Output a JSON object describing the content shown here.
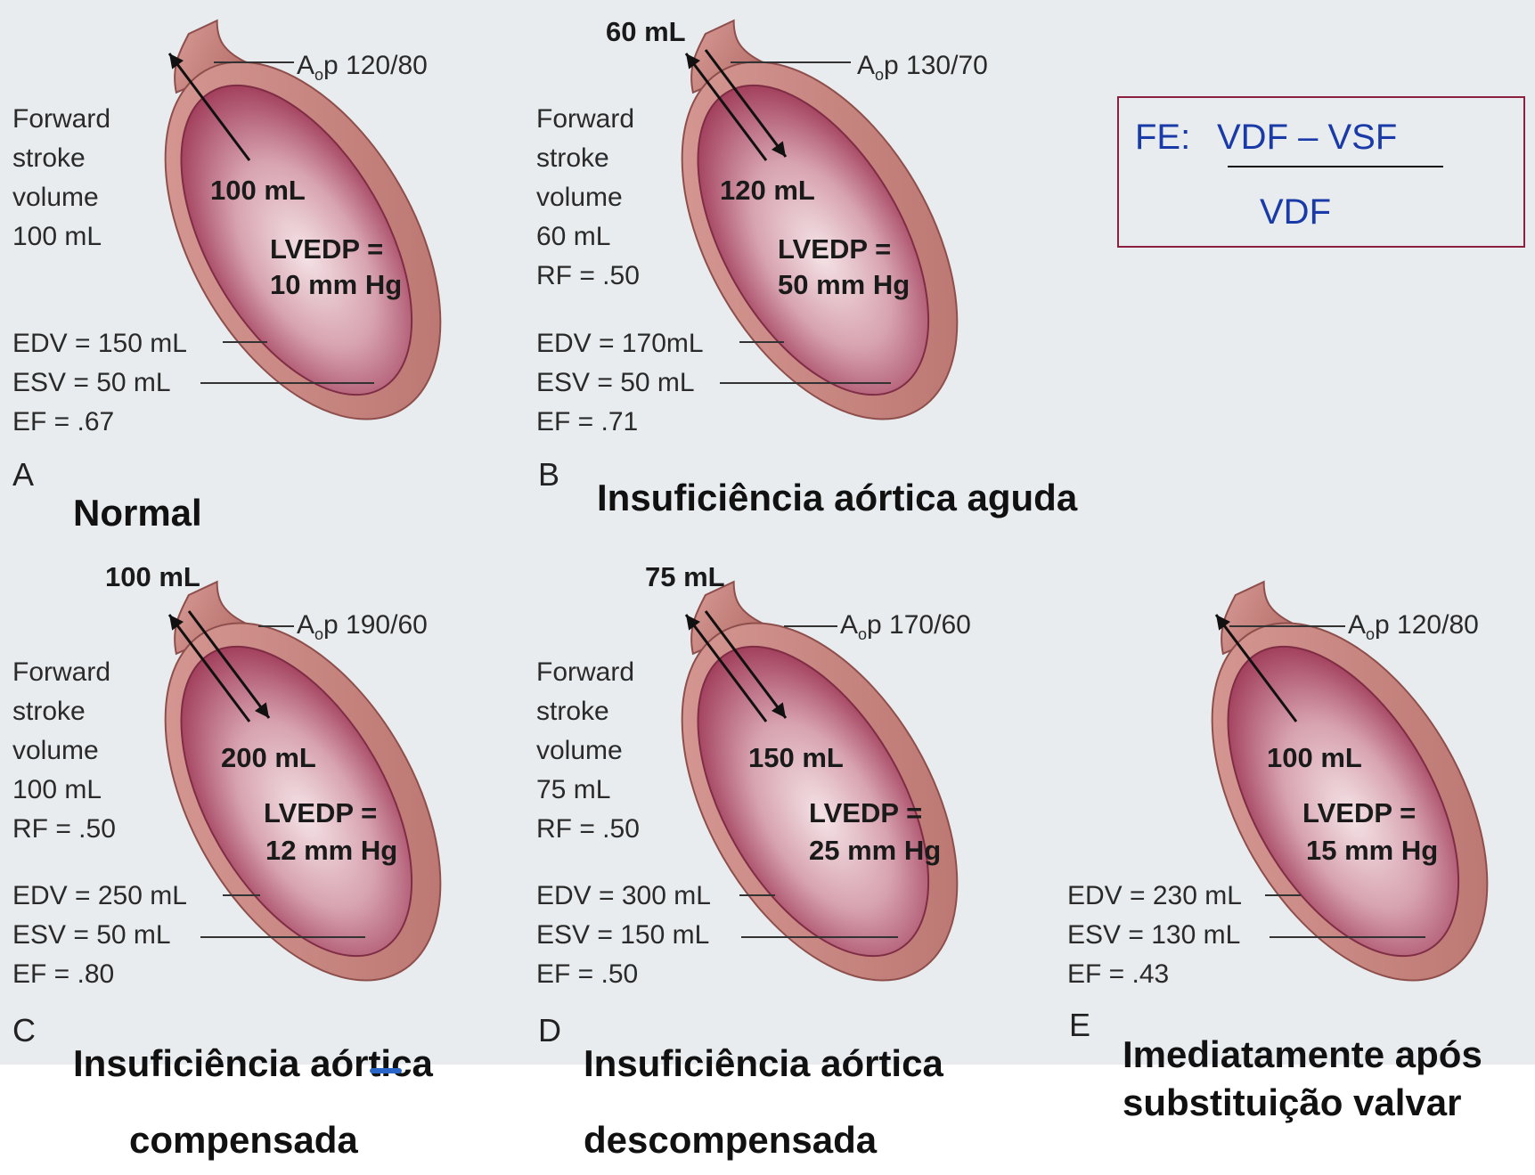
{
  "formula": {
    "prefix": "FE:",
    "numerator": "VDF – VSF",
    "denominator": "VDF"
  },
  "panels": [
    {
      "letter": "A",
      "title": "Normal",
      "aop_label": "A",
      "aop_sub": "o",
      "aop_suffix": "p 120/80",
      "regurgitant_volume": "",
      "side_lines": [
        "Forward",
        "stroke",
        "volume",
        "100 mL"
      ],
      "center_volume": "100 mL",
      "lvedp_label": "LVEDP =",
      "lvedp_value": "10 mm Hg",
      "edv": "EDV = 150 mL",
      "esv": "ESV = 50 mL",
      "ef": "EF = .67"
    },
    {
      "letter": "B",
      "title": "Insuficiência aórtica aguda",
      "aop_label": "A",
      "aop_sub": "o",
      "aop_suffix": "p 130/70",
      "regurgitant_volume": "60 mL",
      "side_lines": [
        "Forward",
        "stroke",
        "volume",
        "60 mL",
        "RF = .50"
      ],
      "center_volume": "120 mL",
      "lvedp_label": "LVEDP =",
      "lvedp_value": "50 mm Hg",
      "edv": "EDV = 170mL",
      "esv": "ESV = 50 mL",
      "ef": "EF = .71"
    },
    {
      "letter": "C",
      "title": "Insuficiência aórtica compensada",
      "title_lines": [
        "Insuficiência aórtica",
        "compensada"
      ],
      "aop_label": "A",
      "aop_sub": "o",
      "aop_suffix": "p 190/60",
      "regurgitant_volume": "100 mL",
      "side_lines": [
        "Forward",
        "stroke",
        "volume",
        "100 mL",
        "RF = .50"
      ],
      "center_volume": "200 mL",
      "lvedp_label": "LVEDP =",
      "lvedp_value": "12 mm Hg",
      "edv": "EDV = 250 mL",
      "esv": "ESV = 50 mL",
      "ef": "EF = .80"
    },
    {
      "letter": "D",
      "title": "Insuficiência aórtica descompensada",
      "title_lines": [
        "Insuficiência aórtica",
        "descompensada"
      ],
      "aop_label": "A",
      "aop_sub": "o",
      "aop_suffix": "p 170/60",
      "regurgitant_volume": "75 mL",
      "side_lines": [
        "Forward",
        "stroke",
        "volume",
        "75 mL",
        "RF = .50"
      ],
      "center_volume": "150 mL",
      "lvedp_label": "LVEDP =",
      "lvedp_value": "25 mm Hg",
      "edv": "EDV = 300 mL",
      "esv": "ESV = 150 mL",
      "ef": "EF = .50"
    },
    {
      "letter": "E",
      "title": "Imediatamente após substituição valvar",
      "title_lines": [
        "Imediatamente após",
        "substituição valvar"
      ],
      "aop_label": "A",
      "aop_sub": "o",
      "aop_suffix": "p 120/80",
      "regurgitant_volume": "",
      "side_lines": [],
      "center_volume": "100 mL",
      "lvedp_label": "LVEDP =",
      "lvedp_value": "15 mm Hg",
      "edv": "EDV = 230 mL",
      "esv": "ESV = 130 mL",
      "ef": "EF = .43"
    }
  ],
  "colors": {
    "wall_outer": "#c98a86",
    "wall_inner": "#b5706c",
    "chamber": "#b04a66",
    "chamber_center": "#f3dde2",
    "formula_text": "#1a3aa8",
    "formula_border": "#8b2040"
  }
}
